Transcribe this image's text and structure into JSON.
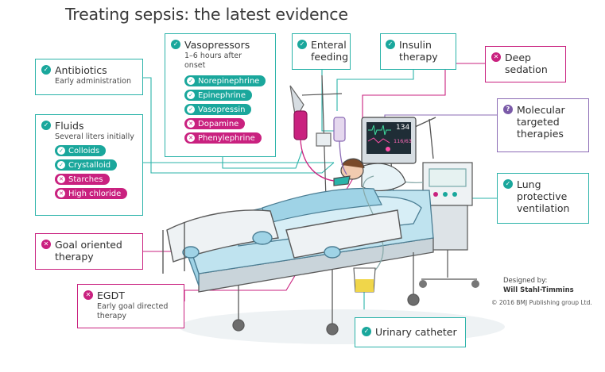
{
  "title": "Treating sepsis: the latest evidence",
  "colors": {
    "positive": "#1aa79c",
    "negative": "#c9217f",
    "research": "#7a5aa8",
    "bed": "#9fd3e6"
  },
  "boxes": {
    "antibiotics": {
      "icon": "check",
      "heading": "Antibiotics",
      "sub": "Early administration"
    },
    "fluids": {
      "icon": "check",
      "heading": "Fluids",
      "sub": "Several liters initially",
      "items": [
        {
          "status": "positive",
          "label": "Colloids"
        },
        {
          "status": "positive",
          "label": "Crystalloid"
        },
        {
          "status": "negative",
          "label": "Starches"
        },
        {
          "status": "negative",
          "label": "High chloride"
        }
      ]
    },
    "vasopressors": {
      "icon": "check",
      "heading": "Vasopressors",
      "sub": "1–6 hours after onset",
      "items": [
        {
          "status": "positive",
          "label": "Norepinephrine"
        },
        {
          "status": "positive",
          "label": "Epinephrine"
        },
        {
          "status": "positive",
          "label": "Vasopressin"
        },
        {
          "status": "negative",
          "label": "Dopamine"
        },
        {
          "status": "negative",
          "label": "Phenylephrine"
        }
      ]
    },
    "enteral": {
      "icon": "check",
      "heading": "Enteral feeding"
    },
    "insulin": {
      "icon": "check",
      "heading": "Insulin therapy"
    },
    "sedation": {
      "icon": "cross",
      "heading": "Deep sedation"
    },
    "molecular": {
      "icon": "question",
      "heading": "Molecular targeted therapies"
    },
    "lung": {
      "icon": "check",
      "heading": "Lung protective ventilation"
    },
    "goal": {
      "icon": "cross",
      "heading": "Goal oriented therapy"
    },
    "egdt": {
      "icon": "cross",
      "heading": "EGDT",
      "sub": "Early goal directed therapy"
    },
    "urinary": {
      "icon": "check",
      "heading": "Urinary catheter"
    }
  },
  "monitor": {
    "heart_rate": "134",
    "blood_pressure": "116/63"
  },
  "credit": {
    "line1": "Designed by:",
    "line2": "Will Stahl-Timmins",
    "copyright": "© 2016 BMJ Publishing group Ltd."
  }
}
